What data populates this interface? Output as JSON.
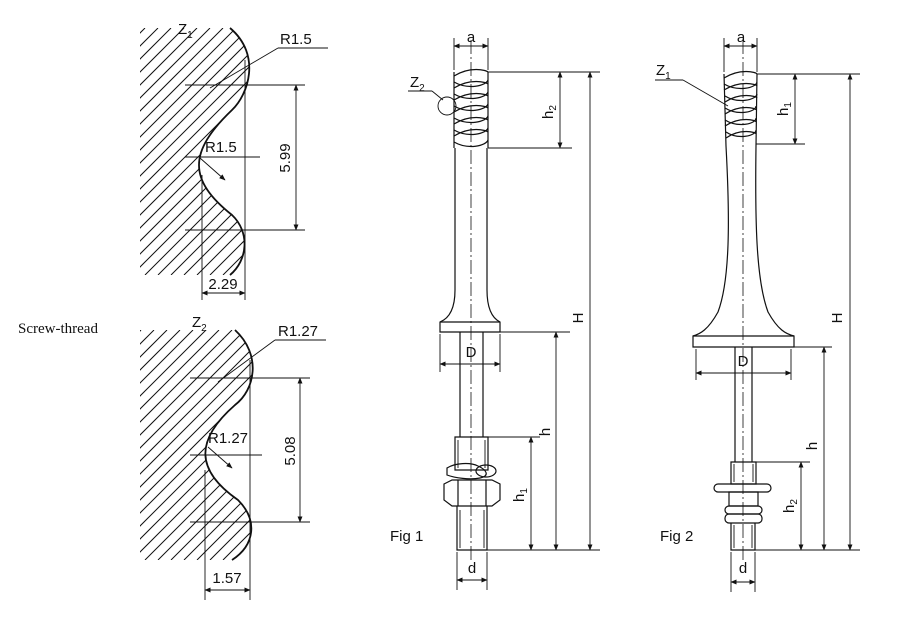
{
  "caption": "Screw-thread",
  "profile_z1": {
    "title_main": "Z",
    "title_sub": "1",
    "outer_radius": "R1.5",
    "inner_radius": "R1.5",
    "pitch": "5.99",
    "depth": "2.29"
  },
  "profile_z2": {
    "title_main": "Z",
    "title_sub": "2",
    "outer_radius": "R1.27",
    "inner_radius": "R1.27",
    "pitch": "5.08",
    "depth": "1.57"
  },
  "fig1": {
    "caption": "Fig 1",
    "dim_a": "a",
    "thread_main": "Z",
    "thread_sub": "2",
    "dim_h2": "h",
    "dim_h2_sub": "2",
    "dim_H": "H",
    "dim_D": "D",
    "dim_h": "h",
    "dim_h1": "h",
    "dim_h1_sub": "1",
    "dim_d": "d"
  },
  "fig2": {
    "caption": "Fig 2",
    "dim_a": "a",
    "thread_main": "Z",
    "thread_sub": "1",
    "dim_h1": "h",
    "dim_h1_sub": "1",
    "dim_H": "H",
    "dim_D": "D",
    "dim_h": "h",
    "dim_h2": "h",
    "dim_h2_sub": "2",
    "dim_d": "d"
  }
}
